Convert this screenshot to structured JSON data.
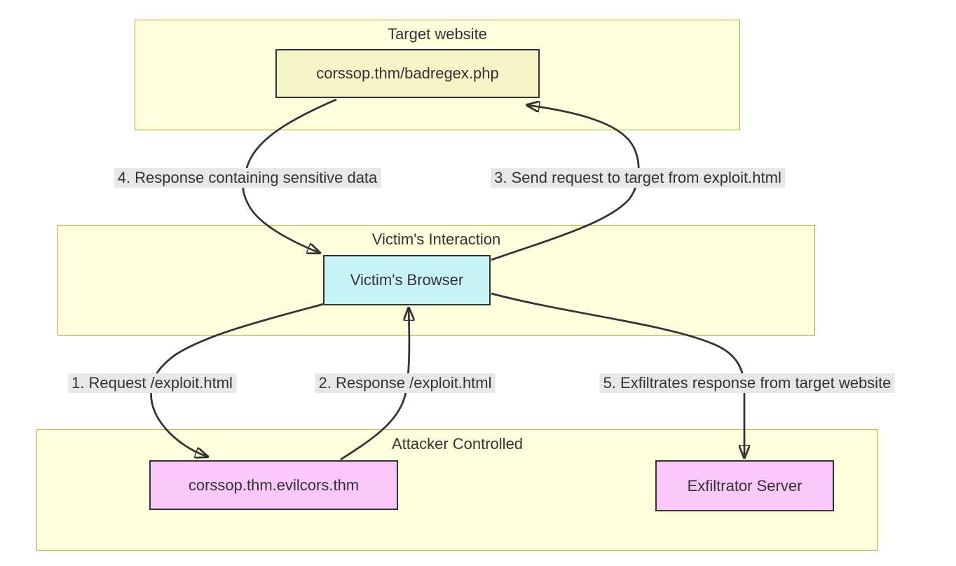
{
  "diagram": {
    "type": "flowchart",
    "subgraphs": [
      {
        "title": "Target website"
      },
      {
        "title": "Victim's Interaction"
      },
      {
        "title": "Attacker Controlled"
      }
    ],
    "nodes": [
      {
        "label": "corssop.thm/badregex.php",
        "group": "Target website"
      },
      {
        "label": "Victim's Browser",
        "group": "Victim's Interaction"
      },
      {
        "label": "corssop.thm.evilcors.thm",
        "group": "Attacker Controlled"
      },
      {
        "label": "Exfiltrator Server",
        "group": "Attacker Controlled"
      }
    ],
    "edges": [
      {
        "label": "1. Request /exploit.html",
        "from": "Victim's Browser",
        "to": "corssop.thm.evilcors.thm"
      },
      {
        "label": "2. Response /exploit.html",
        "from": "corssop.thm.evilcors.thm",
        "to": "Victim's Browser"
      },
      {
        "label": "3. Send request to target from exploit.html",
        "from": "Victim's Browser",
        "to": "corssop.thm/badregex.php"
      },
      {
        "label": "4. Response containing sensitive data",
        "from": "corssop.thm/badregex.php",
        "to": "Victim's Browser"
      },
      {
        "label": "5. Exfiltrates response from target website",
        "from": "Victim's Browser",
        "to": "Exfiltrator Server"
      }
    ],
    "colors": {
      "background": "#ffffff",
      "subgraph_fill": "#ffffde",
      "subgraph_border": "#aaaa33",
      "node_yellow": "#f5f5c8",
      "node_cyan": "#c9f4f6",
      "node_pink": "#f9c8f9",
      "node_border": "#333333",
      "edge": "#333333",
      "edge_label_bg": "#e8e8e8",
      "text": "#333333"
    }
  }
}
